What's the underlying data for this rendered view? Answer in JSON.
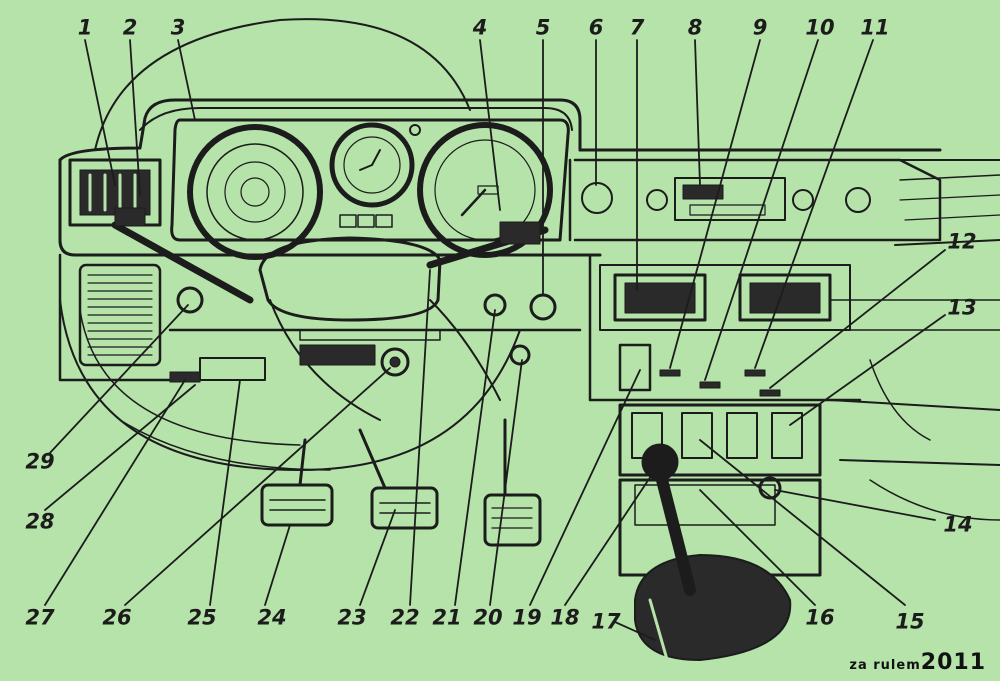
{
  "callouts": [
    "1",
    "2",
    "3",
    "4",
    "5",
    "6",
    "7",
    "8",
    "9",
    "10",
    "11",
    "12",
    "13",
    "14",
    "15",
    "16",
    "17",
    "18",
    "19",
    "20",
    "21",
    "22",
    "23",
    "24",
    "25",
    "26",
    "27",
    "28",
    "29"
  ],
  "watermark": {
    "prefix": "za rulem",
    "year": "2011"
  },
  "palette": {
    "background": "#b5e3a9",
    "ink": "#1c1c1c",
    "panel": "#a8d99c",
    "dark": "#2a2a2a"
  }
}
